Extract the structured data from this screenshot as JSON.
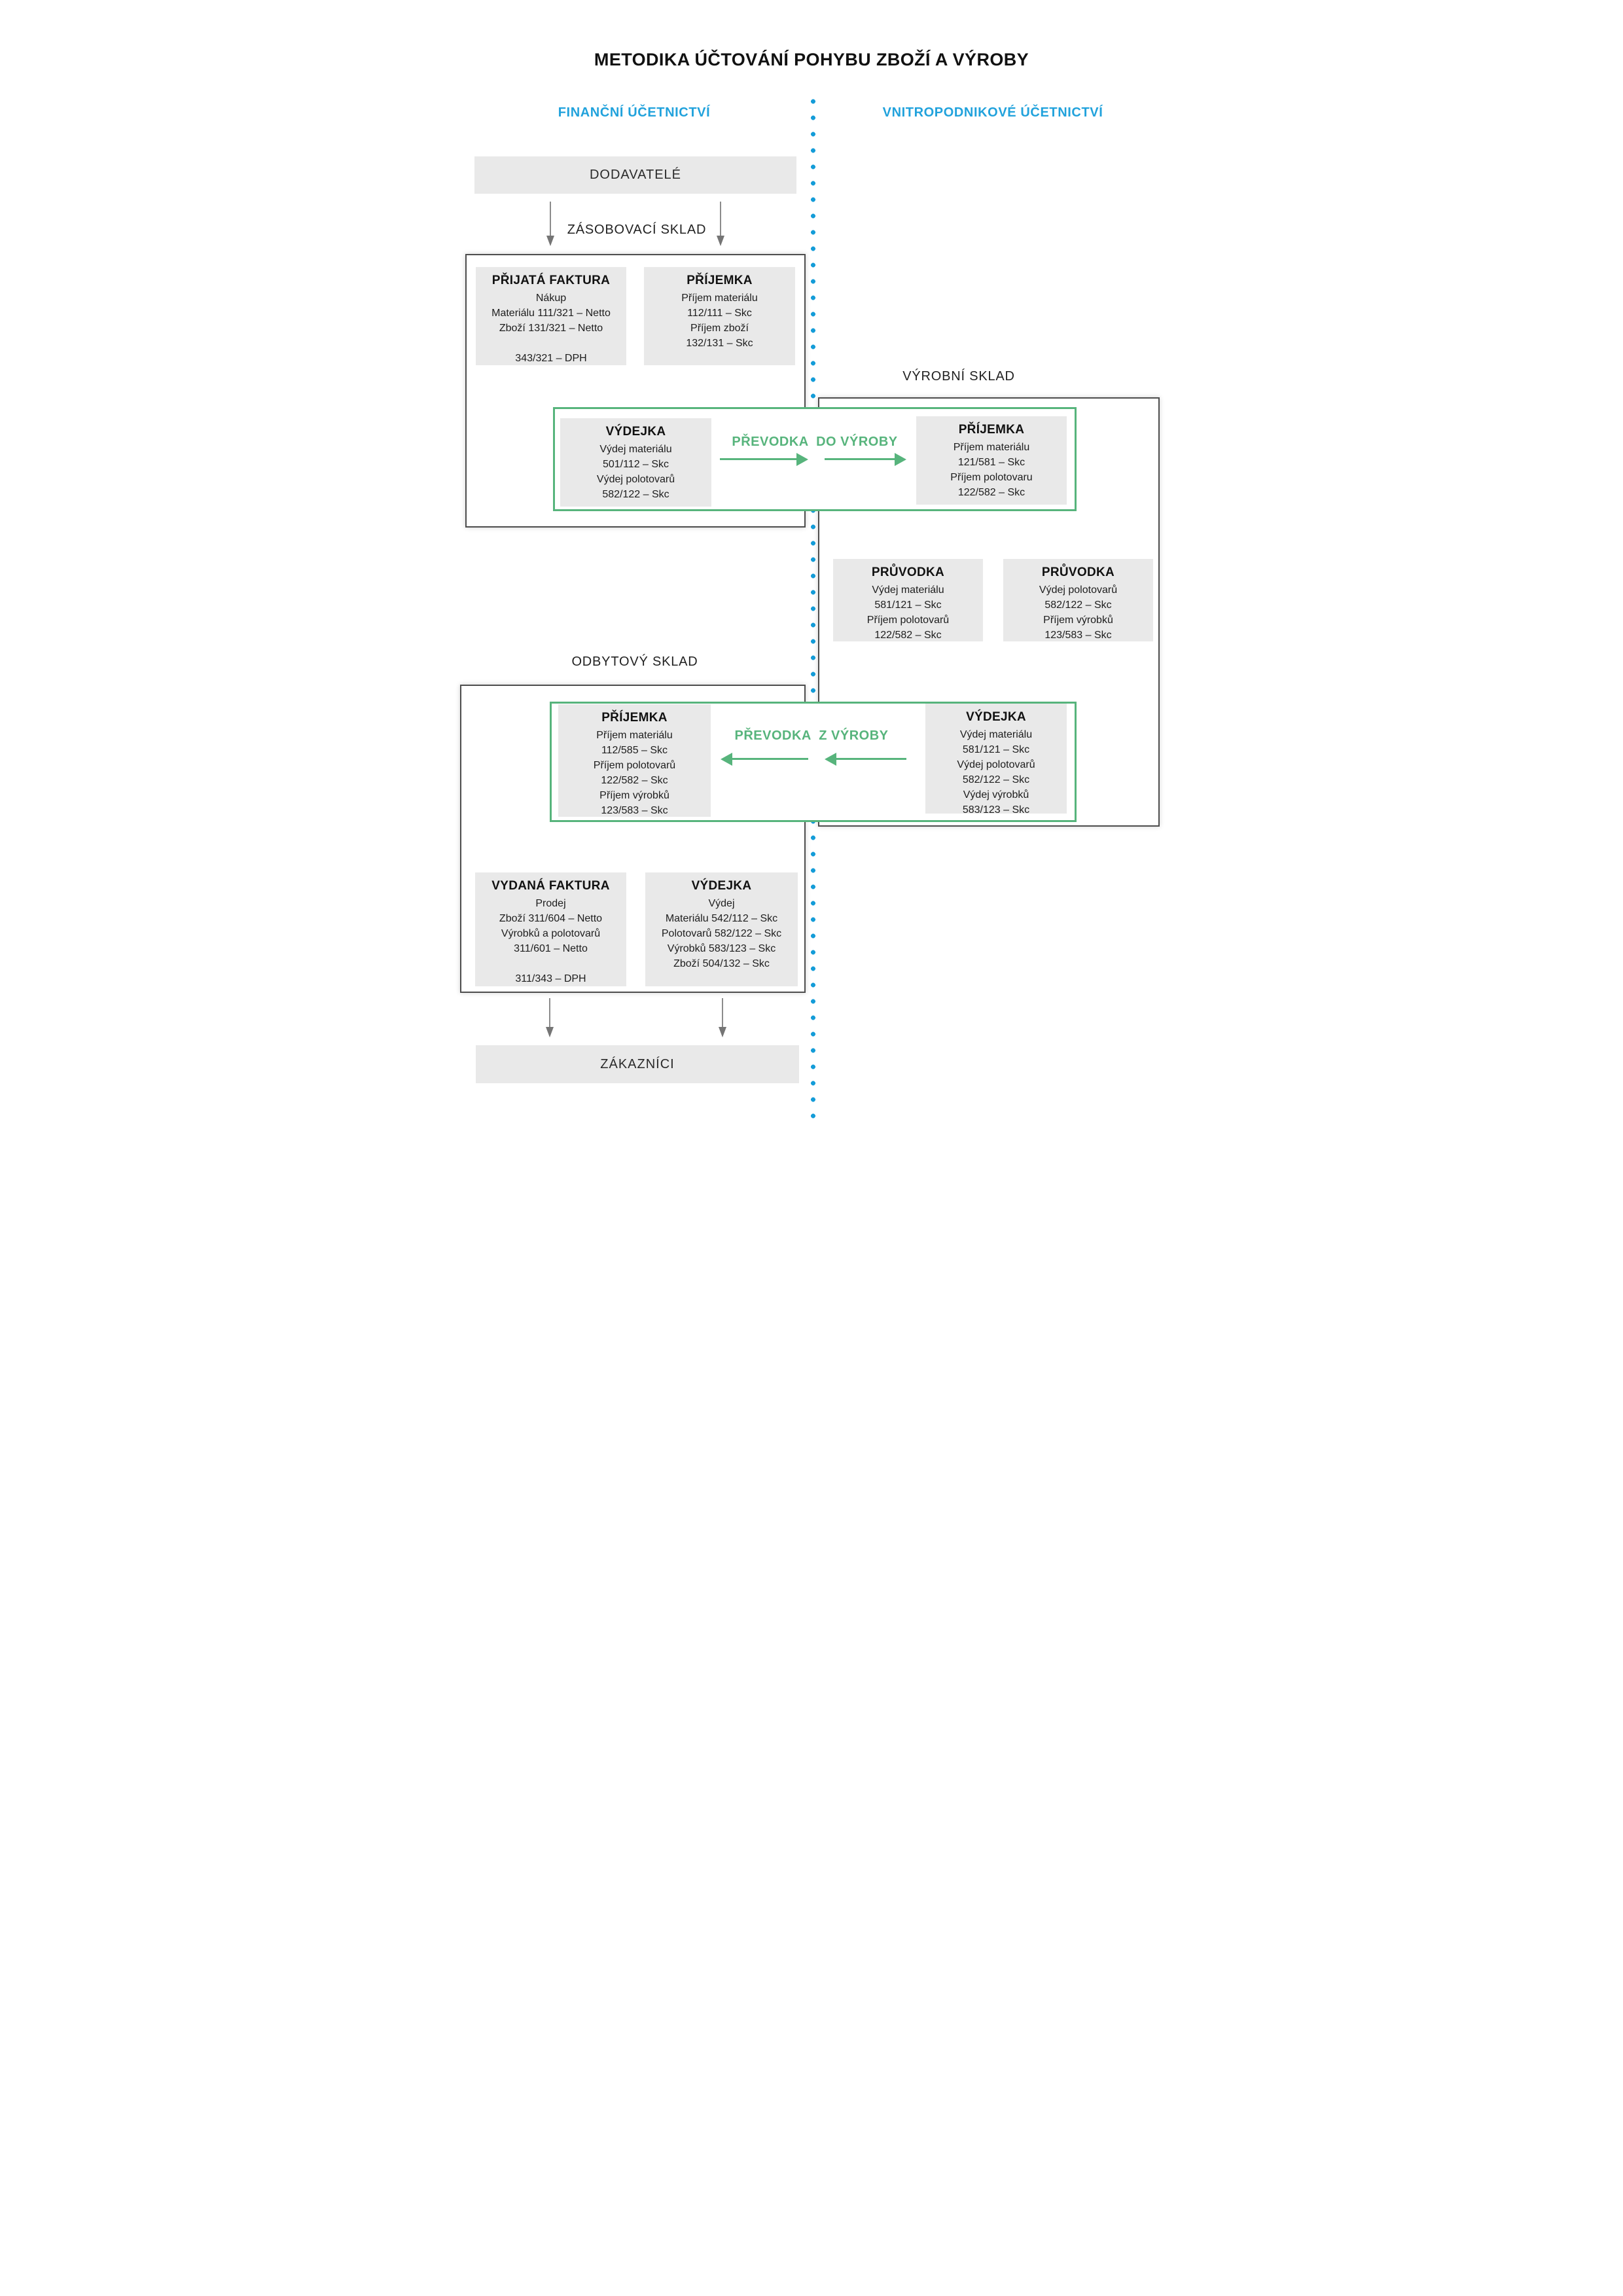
{
  "title": "METODIKA ÚČTOVÁNÍ POHYBU ZBOŽÍ A VÝROBY",
  "sections": {
    "financial": "FINANČNÍ ÚČETNICTVÍ",
    "internal": "VNITROPODNIKOVÉ ÚČETNICTVÍ"
  },
  "endpoints": {
    "suppliers": "DODAVATELÉ",
    "customers": "ZÁKAZNÍCI"
  },
  "warehouses": {
    "supply": "ZÁSOBOVACÍ SKLAD",
    "production": "VÝROBNÍ SKLAD",
    "sales": "ODBYTOVÝ SKLAD"
  },
  "transfers": {
    "to_production": "PŘEVODKA  DO VÝROBY",
    "from_production": "PŘEVODKA  Z VÝROBY"
  },
  "cards": {
    "prijata_faktura": {
      "title": "PŘIJATÁ FAKTURA",
      "lines": [
        "Nákup",
        "Materiálu 111/321 – Netto",
        "Zboží 131/321 – Netto",
        "",
        "343/321 – DPH"
      ]
    },
    "prijemka_zasobovaci": {
      "title": "PŘÍJEMKA",
      "lines": [
        "Příjem materiálu",
        "112/111 – Skc",
        "Příjem zboží",
        "132/131 – Skc"
      ]
    },
    "vydejka_zasobovaci": {
      "title": "VÝDEJKA",
      "lines": [
        "Výdej materiálu",
        "501/112 – Skc",
        "Výdej polotovarů",
        "582/122 – Skc"
      ]
    },
    "prijemka_vyrobni": {
      "title": "PŘÍJEMKA",
      "lines": [
        "Příjem materiálu",
        "121/581 – Skc",
        "Příjem polotovaru",
        "122/582 – Skc"
      ]
    },
    "pruvodka_1": {
      "title": "PRŮVODKA",
      "lines": [
        "Výdej materiálu",
        "581/121 – Skc",
        "Příjem polotovarů",
        "122/582 – Skc"
      ]
    },
    "pruvodka_2": {
      "title": "PRŮVODKA",
      "lines": [
        "Výdej polotovarů",
        "582/122 – Skc",
        "Příjem výrobků",
        "123/583 – Skc"
      ]
    },
    "prijemka_odbytovy": {
      "title": "PŘÍJEMKA",
      "lines": [
        "Příjem materiálu",
        "112/585 – Skc",
        "Příjem polotovarů",
        "122/582 – Skc",
        "Příjem výrobků",
        "123/583 – Skc"
      ]
    },
    "vydejka_vyrobni": {
      "title": "VÝDEJKA",
      "lines": [
        "Výdej materiálu",
        "581/121 – Skc",
        "Výdej polotovarů",
        "582/122 – Skc",
        "Výdej výrobků",
        "583/123 – Skc"
      ]
    },
    "vydana_faktura": {
      "title": "VYDANÁ FAKTURA",
      "lines": [
        "Prodej",
        "Zboží 311/604 – Netto",
        "Výrobků a polotovarů",
        "311/601 – Netto",
        "",
        "311/343 – DPH"
      ]
    },
    "vydejka_odbytovy": {
      "title": "VÝDEJKA",
      "lines": [
        "Výdej",
        "Materiálu 542/112 – Skc",
        "Polotovarů 582/122 – Skc",
        "Výrobků 583/123 – Skc",
        "Zboží 504/132 – Skc"
      ]
    }
  },
  "colors": {
    "accent_blue": "#21a2dc",
    "divider_dot_blue": "#149cd8",
    "accent_green": "#57b47c",
    "dark_border": "#4d4d4d",
    "card_background": "#e9e9e9",
    "arrow_gray": "#8c8c8c"
  }
}
